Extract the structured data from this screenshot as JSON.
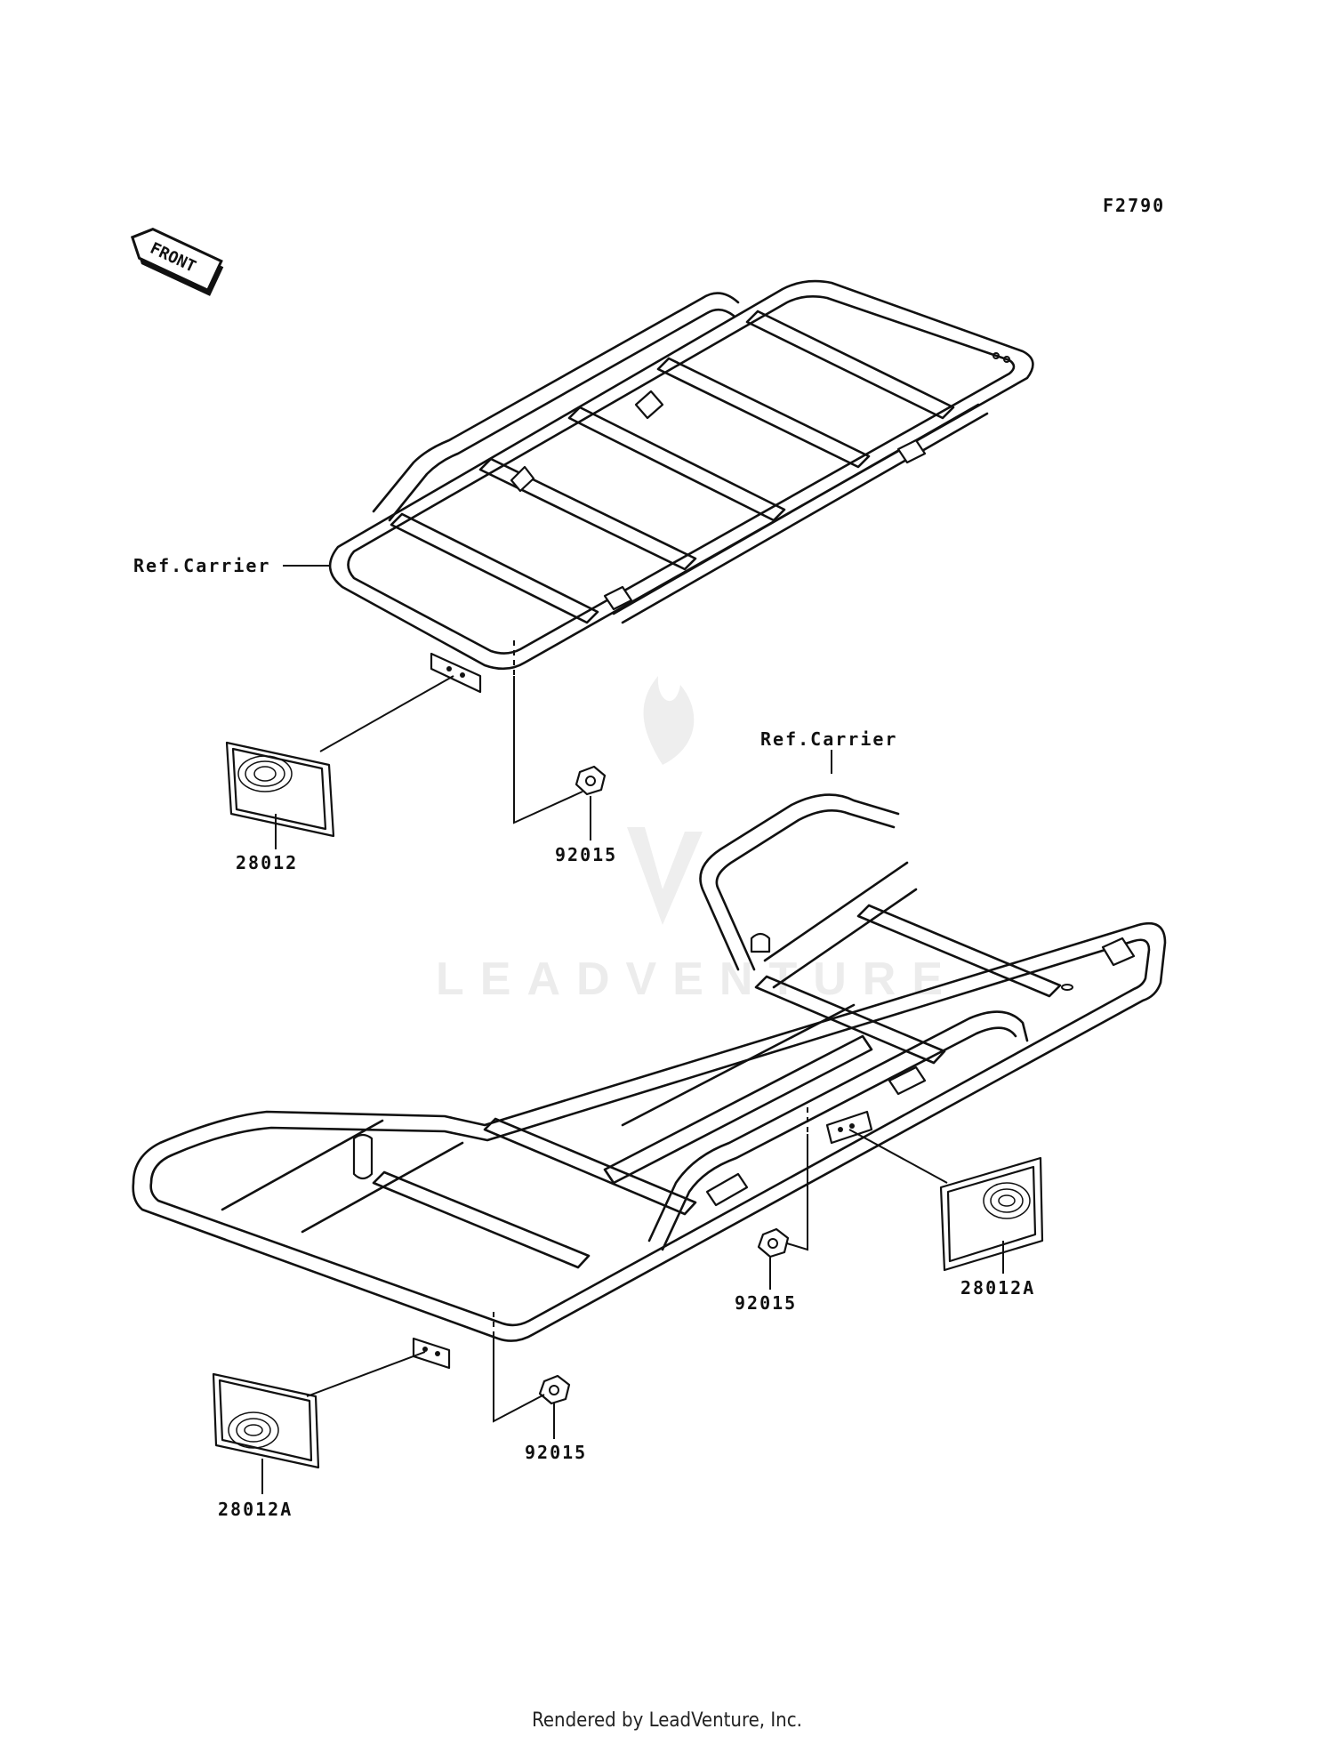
{
  "figure_code": "F2790",
  "front_arrow_label": "FRONT",
  "labels": {
    "ref_carrier_front": "Ref.Carrier",
    "ref_carrier_rear": "Ref.Carrier",
    "part_28012": "28012",
    "part_92015_front": "92015",
    "part_92015_rear_right": "92015",
    "part_92015_rear_left": "92015",
    "part_28012A_right": "28012A",
    "part_28012A_left": "28012A"
  },
  "watermark": "LEADVENTURE",
  "footer": "Rendered by LeadVenture, Inc."
}
